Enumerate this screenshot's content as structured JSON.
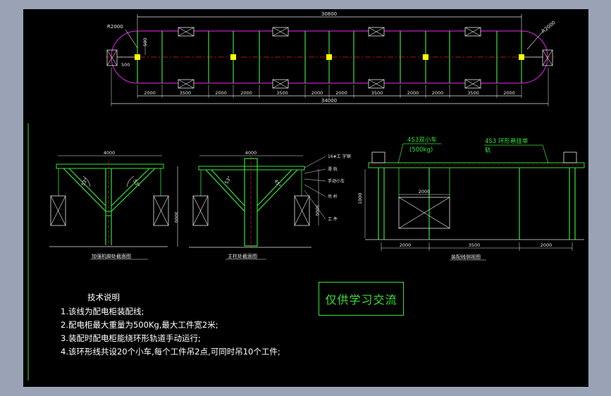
{
  "drawing": {
    "plan_view": {
      "overall_width_dim": "30800",
      "total_length_dim": "34000",
      "left_radius": "R2000",
      "right_radius": "R2000",
      "left_offset_dim": "500",
      "left_vertical_dim": "500",
      "segment_dims": [
        "2000",
        "3500",
        "2000",
        "2000",
        "3500",
        "2000",
        "2000",
        "3500",
        "2000",
        "2000",
        "3500",
        "2000"
      ]
    },
    "views": {
      "support_view": {
        "caption": "加强机脚处截面图",
        "width_dim": "4000",
        "height_dim": "3000",
        "angle_left": "53°",
        "angle_right": "53°"
      },
      "column_view": {
        "caption": "主柱处截面图",
        "width_dim": "4000",
        "height_dim": "3000",
        "angle_left": "53°",
        "angle_right": "45°",
        "callouts": [
          "16#工 字钢",
          "滑 轨",
          "手动小车",
          "吊 杆",
          "工 件"
        ]
      },
      "side_view": {
        "caption": "装配线侧视图",
        "height_dim": "1000",
        "trolley_label": "4S3双小车",
        "trolley_capacity": "(500kg)",
        "rail_label": "4S3 环形悬挂单",
        "rail_label_2": "轨",
        "part_width_dim": "2000",
        "bottom_dims": [
          "2000",
          "3500",
          "2000"
        ]
      }
    }
  },
  "notes": {
    "title": "技术说明",
    "items": [
      "1.该线为配电柜装配线;",
      "2.配电柜最大重量为500Kg,最大工件宽2米;",
      "3.装配时配电柜能绕环形轨道手动运行;",
      "4.该环形线共设20个小车,每个工件吊2点,可同时吊10个工件;"
    ]
  },
  "stamp": "仅供学习交流",
  "colors": {
    "background": "#000000",
    "frame": "#9aa3b5",
    "line_green": "#39e03a",
    "line_magenta": "#c020c0",
    "line_white": "#e8e8e8",
    "center_red": "#e02020",
    "marker_yellow": "#ffff00",
    "text_white": "#ffffff"
  }
}
